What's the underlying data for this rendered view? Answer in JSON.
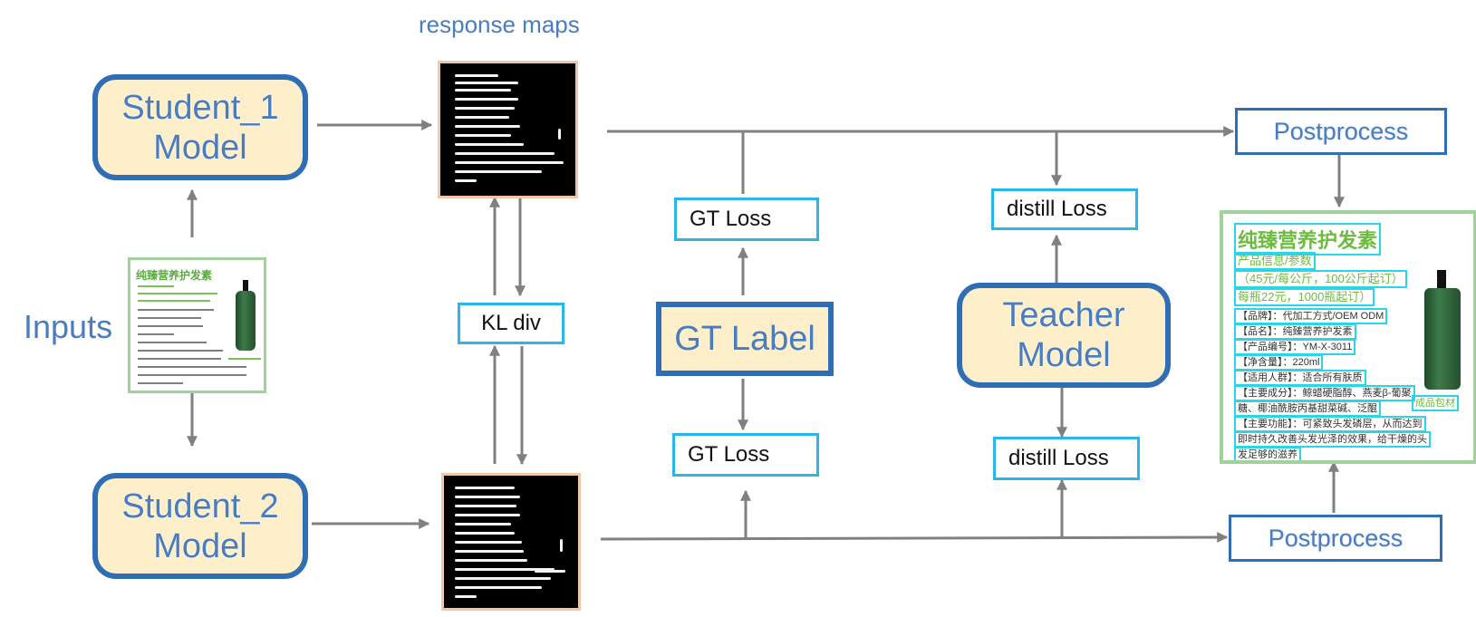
{
  "titles": {
    "response_maps": "response maps",
    "inputs": "Inputs"
  },
  "models": {
    "student1": [
      "Student_1",
      "Model"
    ],
    "student2": [
      "Student_2",
      "Model"
    ],
    "teacher": [
      "Teacher",
      "Model"
    ]
  },
  "gt_label": "GT Label",
  "kl_div": "KL div",
  "losses": {
    "gt_top": "GT Loss",
    "gt_bottom": "GT Loss",
    "distill_top": "distill Loss",
    "distill_bottom": "distill Loss"
  },
  "postprocess": {
    "top": "Postprocess",
    "bottom": "Postprocess"
  },
  "colors": {
    "accent": "#2f6db5",
    "text_blue": "#4a7cc0",
    "model_fill": "#fdefc9",
    "loss_border": "#29b6e8",
    "arrow": "#808080"
  },
  "input_doc": {
    "title": "纯臻营养护发素"
  },
  "output_doc": {
    "title": "纯臻营养护发素",
    "rows": [
      "产品信息/参数",
      "（45元/每公斤，100公斤起订）",
      "每瓶22元，1000瓶起订）",
      "【品牌】：代加工方式/OEM ODM",
      "【品名】：纯臻营养护发素",
      "【产品编号】：YM-X-3011",
      "【净含量】：220ml",
      "【适用人群】：适合所有肤质",
      "【主要成分】：鲸蜡硬脂醇、燕麦β-葡聚",
      "糖、椰油酰胺丙基甜菜碱、泛醌",
      "【主要功能】：可紧致头发磷层，从而达到",
      "即时持久改善头发光泽的效果，给干燥的头",
      "发足够的滋养"
    ],
    "side_label": "成品包材"
  }
}
